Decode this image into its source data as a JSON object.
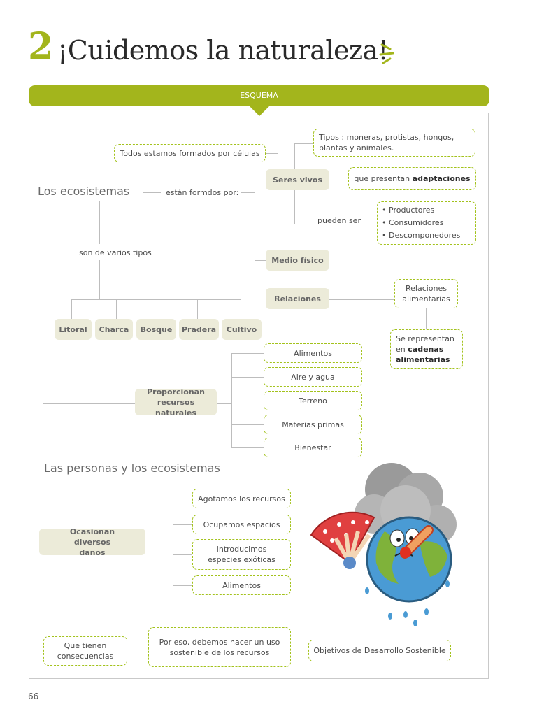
{
  "header": {
    "number": "2",
    "title": "¡Cuidemos la naturaleza!",
    "banner": "ESQUEMA"
  },
  "ecosistemas": {
    "heading": "Los ecosistemas",
    "formados_label": "están formdos por:",
    "celulas": "Todos estamos formados por células",
    "seres_vivos": "Seres vivos",
    "tipos": "Tipos : moneras, protistas, hongos, plantas y animales.",
    "presentan_prefix": "que presentan ",
    "presentan_bold": "adaptaciones",
    "pueden_ser": "pueden ser",
    "roles": [
      "Productores",
      "Consumidores",
      "Descomponedores"
    ],
    "medio_fisico": "Medio físico",
    "relaciones": "Relaciones",
    "relaciones_alimentarias": "Relaciones alimentarias",
    "representan_prefix": "Se representan en ",
    "representan_bold": "cadenas alimentarias",
    "varios_tipos": "son de varios tipos",
    "tipos_eco": [
      "Litoral",
      "Charca",
      "Bosque",
      "Pradera",
      "Cultivo"
    ],
    "proporcionan": "Proporcionan recursos naturales",
    "recursos": [
      "Alimentos",
      "Aire y agua",
      "Terreno",
      "Materias primas",
      "Bienestar"
    ]
  },
  "personas": {
    "heading": "Las personas y los ecosistemas",
    "ocasionan": "Ocasionan diversos daños",
    "danos": [
      "Agotamos los recursos",
      "Ocupamos espacios",
      "Introducimos especies exóticas",
      "Alimentos"
    ],
    "consecuencias": "Que tienen consecuencias",
    "sostenible": "Por eso, debemos hacer un uso sostenible de los recursos",
    "ods": "Objetivos de Desarrollo Sostenible"
  },
  "page_number": "66",
  "colors": {
    "accent": "#a3b51c",
    "dash": "#a3c21c",
    "solid_box": "#ecebd9"
  },
  "illustration": "hot-earth-with-fan-and-thermometer"
}
